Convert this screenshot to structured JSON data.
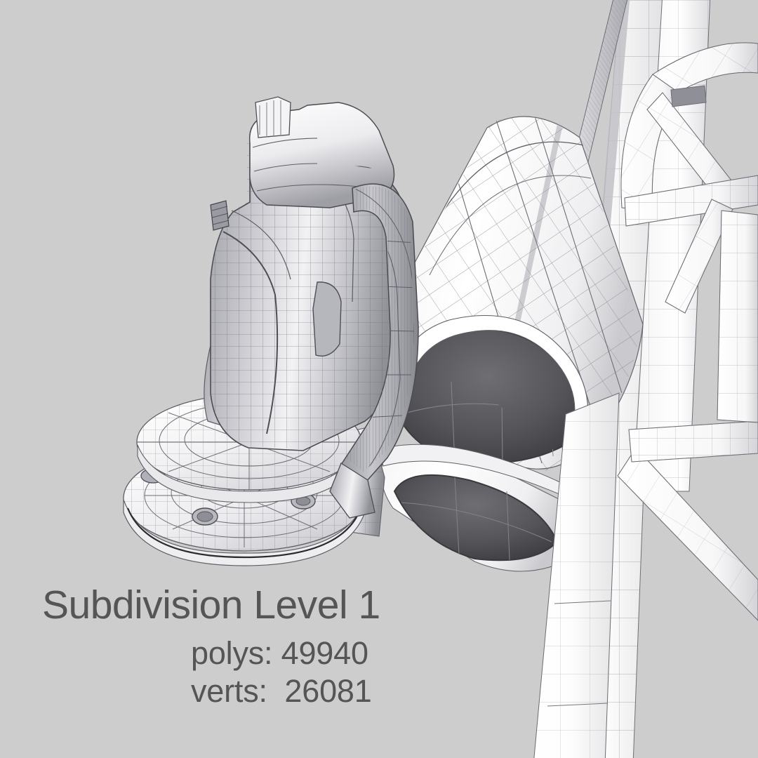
{
  "viewport": {
    "background_color": "#cdcdcd",
    "render_mode": "wireframe-shaded",
    "wire_color": "#5a5a62",
    "surface_light": "#ffffff",
    "surface_mid": "#e8e8e8",
    "surface_dark": "#8d8d93",
    "cavity_dark": "#4a4a4e",
    "subject": "3d-model-joystick-control-handle-with-mast-truss"
  },
  "annotations": {
    "title": "Subdivision Level 1",
    "polys_label": "polys:",
    "polys_value": "49940",
    "verts_label": "verts:",
    "verts_value": "26081",
    "polys_line": "polys: 49940",
    "verts_line": "verts:  26081",
    "text_color": "#555555"
  },
  "stats": {
    "subdivision_level": 1,
    "polys": 49940,
    "verts": 26081
  }
}
